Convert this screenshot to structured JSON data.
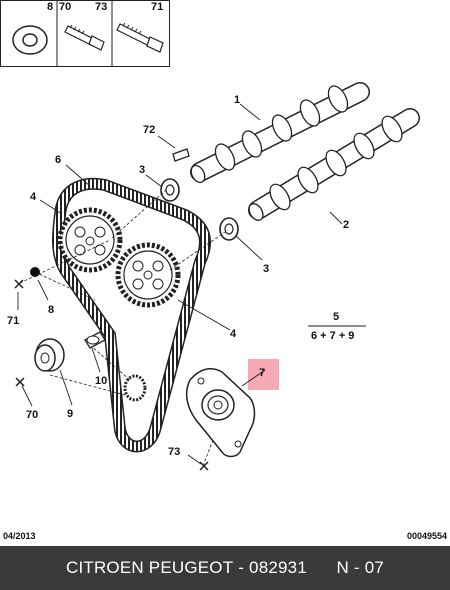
{
  "header_panel": {
    "boxes": [
      {
        "number": "8"
      },
      {
        "number": "70"
      },
      {
        "number": "73"
      },
      {
        "number": "71"
      }
    ]
  },
  "callouts": {
    "camshaft_upper": "1",
    "camshaft_lower": "2",
    "washer_upper": "3",
    "washer_lower": "3",
    "sprocket": "4",
    "belt": "4",
    "formula_top": "5",
    "formula_bottom": "6 + 7 + 9",
    "belt_label": "6",
    "tensioner": "7",
    "dot_part": "8",
    "idler_roller": "9",
    "stud": "10",
    "screw_71": "71",
    "screw_70": "70",
    "key_72": "72",
    "screw_73": "73"
  },
  "highlight_color": "#f4a9b3",
  "footer": {
    "date": "04/2013",
    "code": "00049554",
    "brand": "CITROEN PEUGEOT",
    "part_number": "082931",
    "diagram_ref": "N - 07",
    "separator": " - "
  }
}
